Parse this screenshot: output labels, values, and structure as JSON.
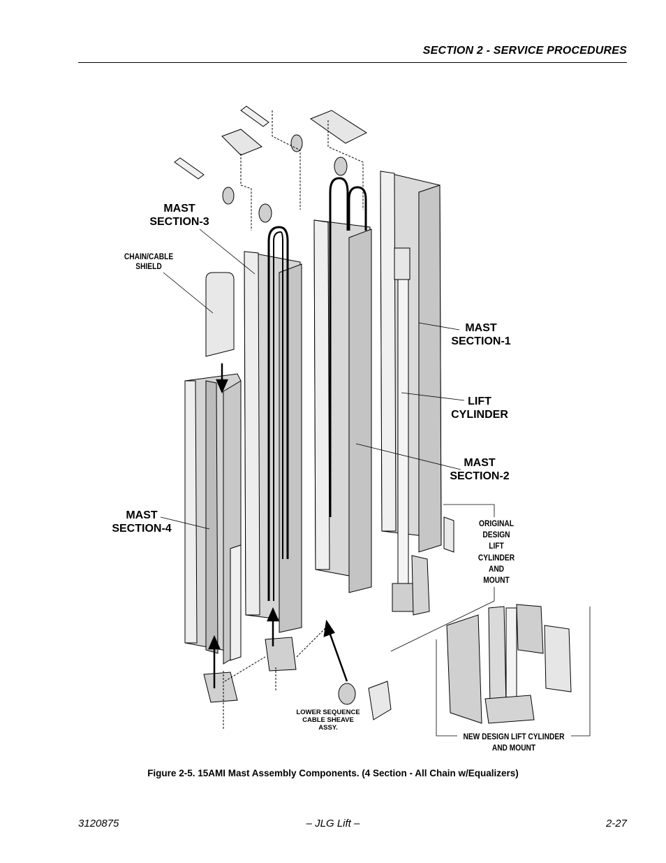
{
  "header": {
    "title": "SECTION 2 - SERVICE PROCEDURES"
  },
  "figure": {
    "labels": {
      "mast_section_3": [
        "MAST",
        "SECTION-3"
      ],
      "chain_cable_shield": [
        "CHAIN/CABLE",
        "SHIELD"
      ],
      "mast_section_1": [
        "MAST",
        "SECTION-1"
      ],
      "lift_cylinder": [
        "LIFT",
        "CYLINDER"
      ],
      "mast_section_2": [
        "MAST",
        "SECTION-2"
      ],
      "mast_section_4": [
        "MAST",
        "SECTION-4"
      ],
      "original_design": [
        "ORIGINAL",
        "DESIGN",
        "LIFT",
        "CYLINDER",
        "AND",
        "MOUNT"
      ],
      "lower_sheave": [
        "LOWER SEQUENCE",
        "CABLE SHEAVE",
        "ASSY."
      ],
      "new_design": [
        "NEW DESIGN LIFT CYLINDER",
        "AND MOUNT"
      ]
    },
    "caption": "Figure 2-5.  15AMI Mast Assembly Components. (4 Section - All Chain w/Equalizers)"
  },
  "footer": {
    "doc_number": "3120875",
    "publisher": "– JLG Lift –",
    "page": "2-27"
  }
}
